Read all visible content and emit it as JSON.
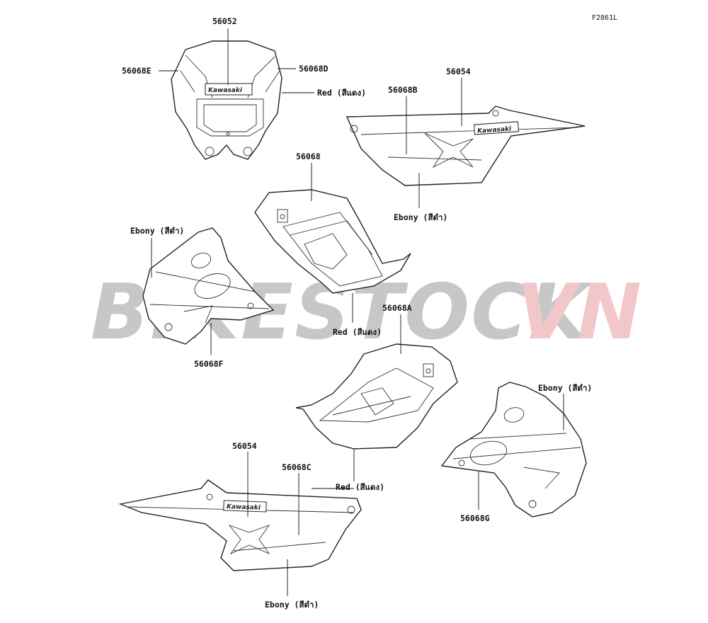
{
  "diagram_code": "F2861L",
  "watermark": {
    "left": "BIKESTOCK",
    "right": "VN",
    "left_color": "#9a9a9a",
    "right_color": "#e89aa0"
  },
  "brand_text": "Kawasaki",
  "labels": {
    "l56052": "56052",
    "l56068E": "56068E",
    "l56068D": "56068D",
    "red_top": "Red (สีแดง)",
    "l56054_top": "56054",
    "l56068B": "56068B",
    "ebony_top_right": "Ebony (สีดำ)",
    "l56068": "56068",
    "ebony_left": "Ebony (สีดำ)",
    "red_mid": "Red (สีแดง)",
    "l56068F": "56068F",
    "l56068A": "56068A",
    "ebony_right": "Ebony (สีดำ)",
    "l56054_bottom": "56054",
    "l56068C": "56068C",
    "red_bottom": "Red (สีแดง)",
    "l56068G": "56068G",
    "ebony_bottom": "Ebony (สีดำ)"
  }
}
